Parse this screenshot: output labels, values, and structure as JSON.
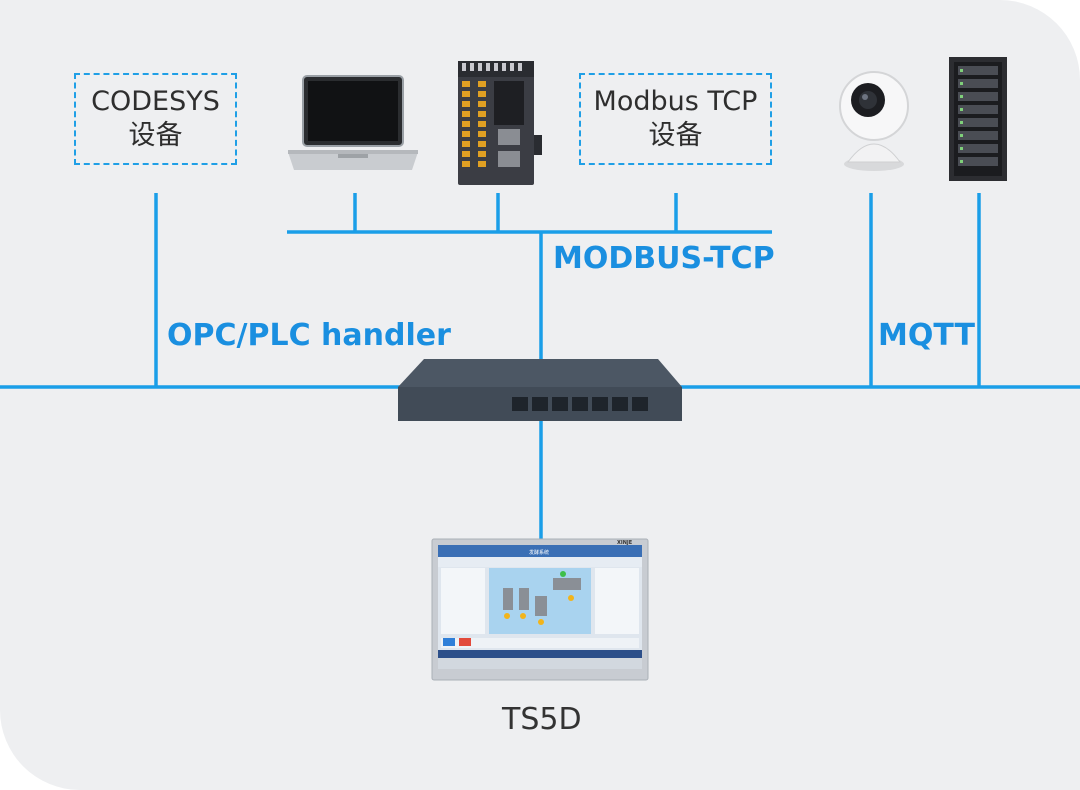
{
  "devices": {
    "codesys": {
      "line1": "CODESYS",
      "line2": "设备"
    },
    "modbus_tcp_device": {
      "line1": "Modbus TCP",
      "line2": "设备"
    }
  },
  "protocols": {
    "modbus_tcp": "MODBUS-TCP",
    "opc_plc": "OPC/PLC handler",
    "mqtt": "MQTT"
  },
  "hmi": {
    "name": "TS5D",
    "brand": "XINJE",
    "screen_title": "发酵系统"
  },
  "colors": {
    "line": "#1a9ee8",
    "background": "#eeeff1",
    "label": "#1a8fe0"
  },
  "icons": [
    "laptop-icon",
    "plc-icon",
    "camera-icon",
    "server-rack-icon",
    "switch-icon",
    "hmi-panel-icon"
  ]
}
